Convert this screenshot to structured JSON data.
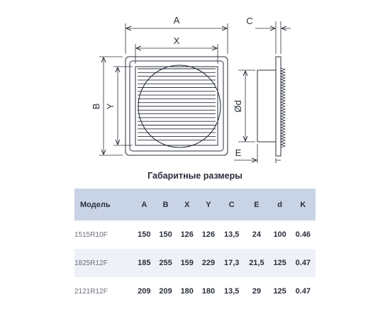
{
  "drawing": {
    "labels": {
      "A": "A",
      "X": "X",
      "B": "B",
      "Y": "Y",
      "C": "C",
      "d": "Ød",
      "E": "E"
    }
  },
  "table": {
    "title": "Габаритные размеры",
    "headers": [
      "Модель",
      "A",
      "B",
      "X",
      "Y",
      "C",
      "E",
      "d",
      "K"
    ],
    "rows": [
      [
        "1515R10F",
        "150",
        "150",
        "126",
        "126",
        "13,5",
        "24",
        "100",
        "0.46"
      ],
      [
        "1825R12F",
        "185",
        "255",
        "159",
        "229",
        "17,3",
        "21,5",
        "125",
        "0.47"
      ],
      [
        "2121R12F",
        "209",
        "209",
        "180",
        "180",
        "13,5",
        "29",
        "125",
        "0.47"
      ]
    ]
  },
  "colors": {
    "line": "#2a2f3a",
    "header_bg": "#c9d3e6",
    "row_shade": "#eef1f8"
  }
}
